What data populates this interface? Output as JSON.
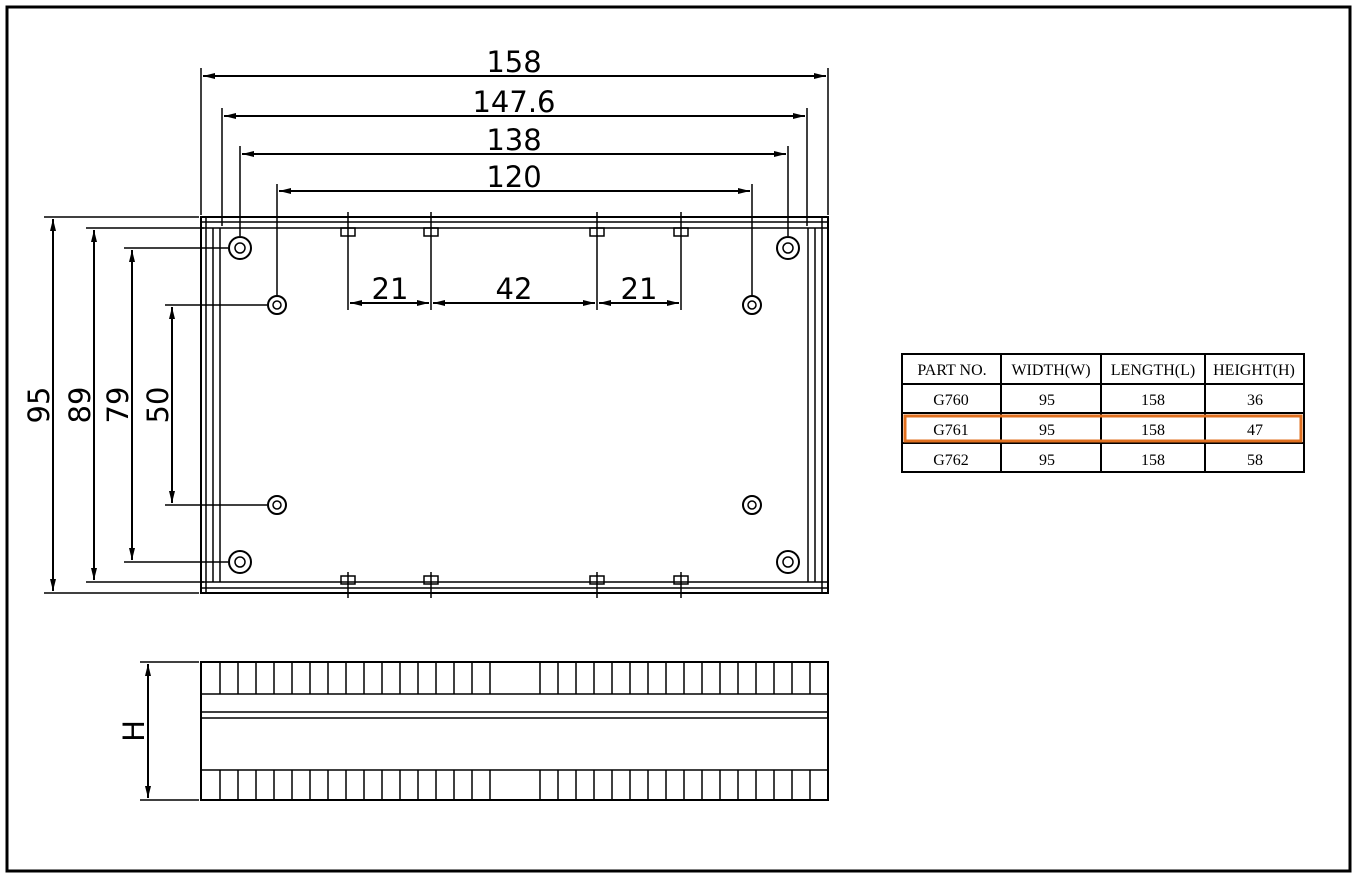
{
  "dimensions": {
    "length_outer": "158",
    "length_147": "147.6",
    "length_138": "138",
    "length_120": "120",
    "slot_left": "21",
    "slot_mid": "42",
    "slot_right": "21",
    "width_95": "95",
    "width_89": "89",
    "width_79": "79",
    "width_50": "50",
    "height": "H"
  },
  "table": {
    "headers": [
      "PART NO.",
      "WIDTH(W)",
      "LENGTH(L)",
      "HEIGHT(H)"
    ],
    "rows": [
      {
        "part": "G760",
        "width": "95",
        "length": "158",
        "height": "36"
      },
      {
        "part": "G761",
        "width": "95",
        "length": "158",
        "height": "47"
      },
      {
        "part": "G762",
        "width": "95",
        "length": "158",
        "height": "58"
      }
    ],
    "highlighted_part": "G761",
    "highlight_color": "#e07020"
  }
}
